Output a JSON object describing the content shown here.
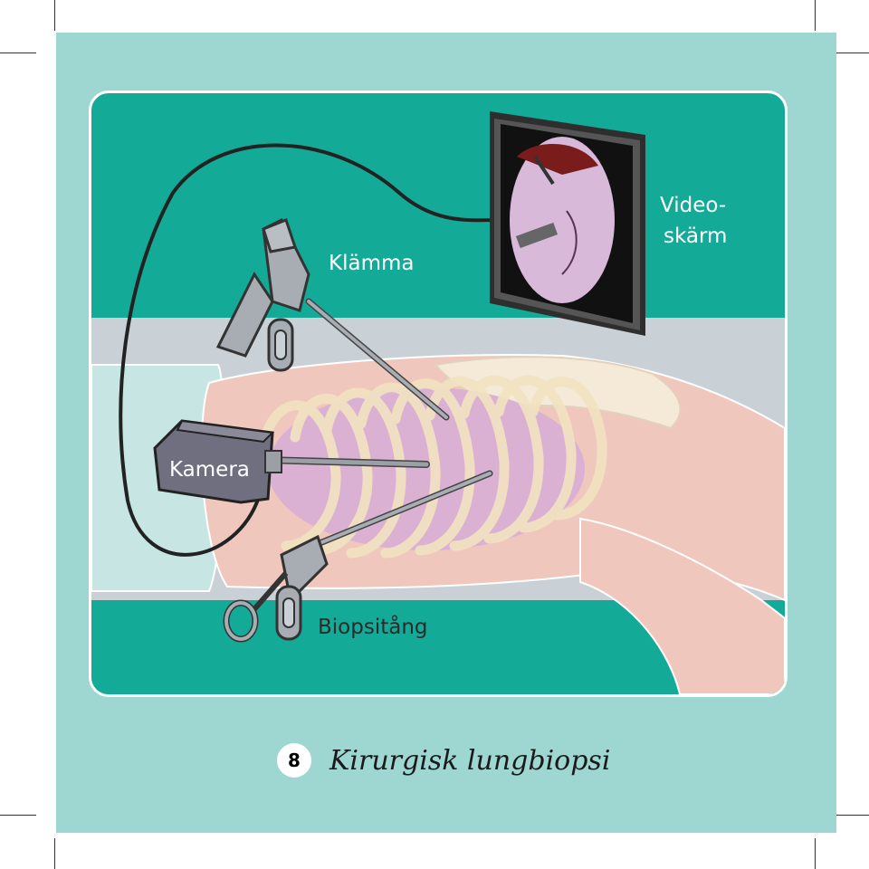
{
  "labels": {
    "klamma": "Klämma",
    "video_line1": "Video-",
    "video_line2": "skärm",
    "kamera": "Kamera",
    "biopsitang": "Biopsitång"
  },
  "footer": {
    "number": "8",
    "title": "Kirurgisk lungbiopsi"
  },
  "colors": {
    "card": "#9ed6d1",
    "panel": "#14aa98",
    "table": "#c9d0d6",
    "skin": "#f0c7bd",
    "lung": "#d8b0d3",
    "ribs": "#f2e3c1",
    "instrument": "#9aa0a6",
    "camera": "#6f6f80",
    "screen": "#111111"
  },
  "icons": [
    "clamp-icon",
    "camera-icon",
    "biopsy-forceps-icon",
    "video-monitor-icon",
    "rib-cage-icon",
    "lung-icon",
    "cable-icon"
  ]
}
